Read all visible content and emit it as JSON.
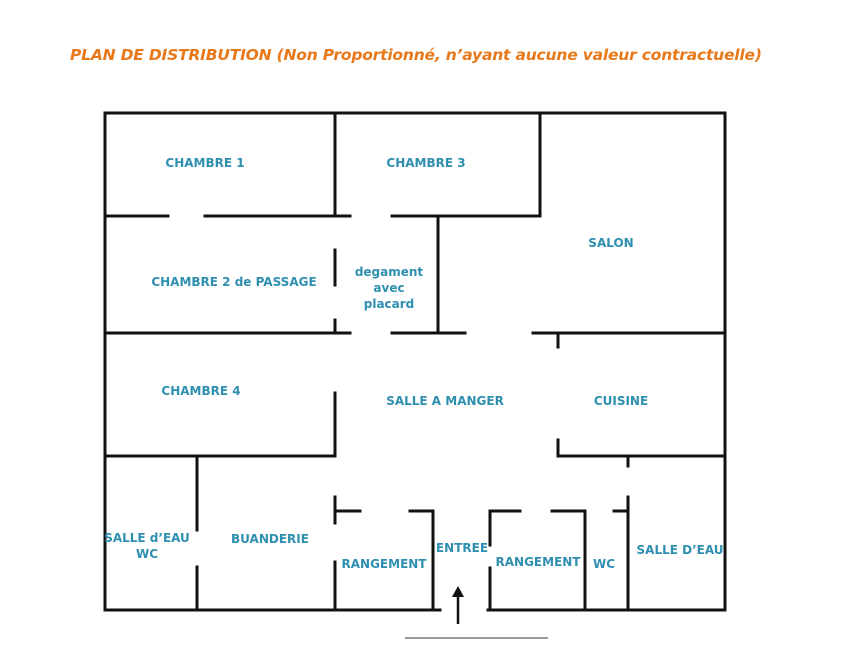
{
  "title": "PLAN DE DISTRIBUTION (Non Proportionné, n’ayant aucune valeur contractuelle)",
  "rooms": {
    "chambre1": "CHAMBRE 1",
    "chambre3": "CHAMBRE 3",
    "salon": "SALON",
    "chambre2": "CHAMBRE 2 de PASSAGE",
    "degagement": [
      "degament",
      "avec",
      "placard"
    ],
    "chambre4": "CHAMBRE 4",
    "salle_a_manger": "SALLE A MANGER",
    "cuisine": "CUISINE",
    "salle_eau_wc": [
      "SALLE d’EAU",
      "WC"
    ],
    "buanderie": "BUANDERIE",
    "rangement_left": "RANGEMENT",
    "entree": "ENTREE",
    "rangement_right": "RANGEMENT",
    "wc": "WC",
    "salle_eau_right": "SALLE D’EAU"
  },
  "colors": {
    "title": "#e8791a",
    "room_label": "#2f8fb0",
    "wall": "#111111"
  },
  "icons": {
    "entrance": "arrow-up-icon"
  }
}
